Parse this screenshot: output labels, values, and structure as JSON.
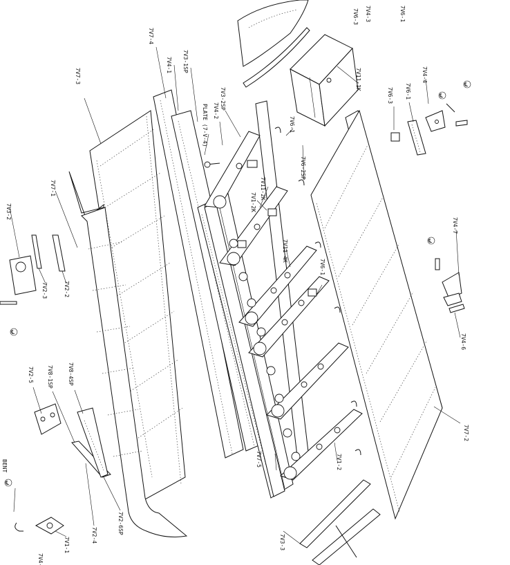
{
  "drawing": {
    "labels": [
      {
        "id": "7v6-1-top",
        "text": "7V6-1"
      },
      {
        "id": "7v6-3-top",
        "text": "7V6-3"
      },
      {
        "id": "7v4-3-top",
        "text": "7V4-3"
      },
      {
        "id": "7v7-4",
        "text": "7V7-4"
      },
      {
        "id": "7v4-1",
        "text": "7V4-1"
      },
      {
        "id": "7v3-1sp",
        "text": "7V3-1SP"
      },
      {
        "id": "7v3-2sp",
        "text": "7V3-2SP"
      },
      {
        "id": "7v4-2",
        "text": "7V4-2"
      },
      {
        "id": "plate",
        "text": "PLATE (7-V-4)"
      },
      {
        "id": "7v7-3",
        "text": "7V7-3"
      },
      {
        "id": "7v11-1k",
        "text": "7V11-1K"
      },
      {
        "id": "7v6-3-mid",
        "text": "7V6-3"
      },
      {
        "id": "7v6-1-mid",
        "text": "7V6-1"
      },
      {
        "id": "7v4-4",
        "text": "7V4-4"
      },
      {
        "id": "7v6-1-left",
        "text": "7V6-1"
      },
      {
        "id": "7v6-2sp",
        "text": "7V6-2SP"
      },
      {
        "id": "7v11-2k",
        "text": "7V11-2K"
      },
      {
        "id": "7v1-2k",
        "text": "7V1-2K"
      },
      {
        "id": "7v11-4k",
        "text": "7V11-4K"
      },
      {
        "id": "7v6-1-low",
        "text": "7V6-1"
      },
      {
        "id": "7v7-1",
        "text": "7V7-1"
      },
      {
        "id": "7v3-2",
        "text": "7V3-2"
      },
      {
        "id": "7v2-3",
        "text": "7V2-3"
      },
      {
        "id": "7v2-2",
        "text": "7V2-2"
      },
      {
        "id": "7v4-7",
        "text": "7V4-7"
      },
      {
        "id": "7v4-6",
        "text": "7V4-6"
      },
      {
        "id": "7v2-5",
        "text": "7V2-5"
      },
      {
        "id": "7v8-1sp",
        "text": "7V8-1SP"
      },
      {
        "id": "7v8-4sp",
        "text": "7V8-4SP"
      },
      {
        "id": "7v7-5",
        "text": "7V7-5"
      },
      {
        "id": "7v1-2",
        "text": "7V1-2"
      },
      {
        "id": "7v7-2",
        "text": "7V7-2"
      },
      {
        "id": "bent",
        "text": "BENT"
      },
      {
        "id": "7v2-6sp",
        "text": "7V2-6SP"
      },
      {
        "id": "7v2-4",
        "text": "7V2-4"
      },
      {
        "id": "7v1-1",
        "text": "7V1-1"
      },
      {
        "id": "7v4-bottom",
        "text": "7V4-"
      },
      {
        "id": "7v3-3",
        "text": "7V3-3"
      }
    ],
    "centerline_symbol": "℄"
  }
}
